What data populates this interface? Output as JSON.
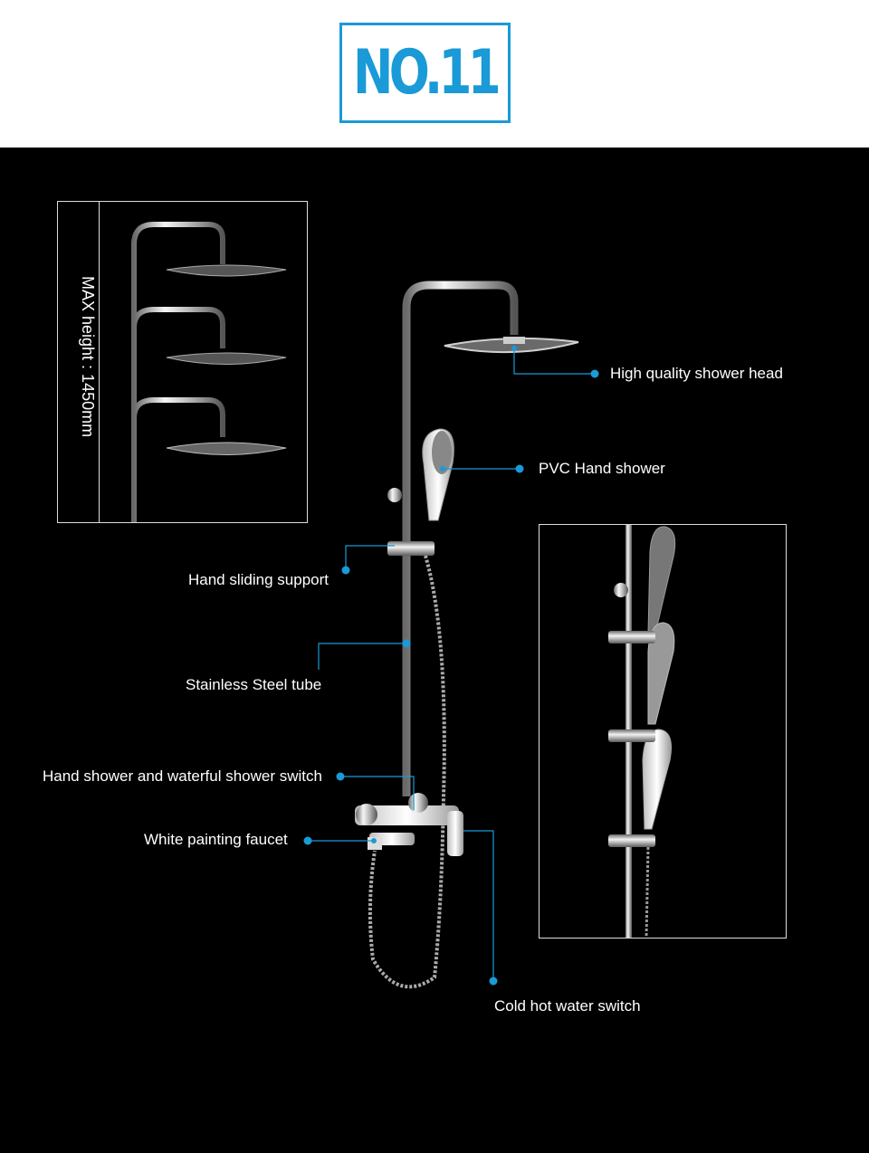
{
  "logo": {
    "text": "NO.11"
  },
  "diagram": {
    "max_height_label": "MAX height : 1450mm",
    "callouts": {
      "shower_head": "High quality shower head",
      "hand_shower": "PVC Hand shower",
      "sliding_support": "Hand sliding support",
      "steel_tube": "Stainless Steel tube",
      "switch": "Hand shower and waterful shower switch",
      "faucet": "White painting faucet",
      "cold_hot": "Cold hot water switch"
    }
  },
  "colors": {
    "accent": "#1a9ad6",
    "callout_dot": "#1a9ad6",
    "background": "#000000"
  }
}
